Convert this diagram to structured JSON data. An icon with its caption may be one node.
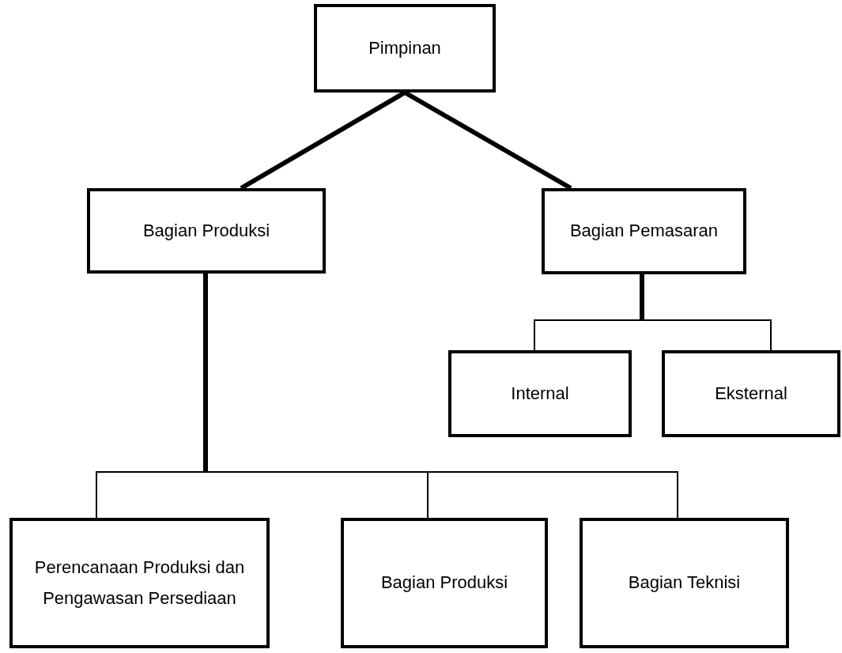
{
  "diagram": {
    "nodes": [
      {
        "text": [
          "Pimpinan"
        ]
      },
      {
        "text": [
          "Bagian Produksi"
        ]
      },
      {
        "text": [
          "Bagian Pemasaran"
        ]
      },
      {
        "text": [
          "Internal"
        ]
      },
      {
        "text": [
          "Eksternal"
        ]
      },
      {
        "text": [
          "Perencanaan Produksi dan Pengawasan Persediaan"
        ]
      },
      {
        "text": [
          "Bagian Produksi"
        ]
      },
      {
        "text": [
          "Bagian Teknisi"
        ]
      }
    ],
    "edges": [
      {
        "from": 0,
        "to": 1,
        "arrow": "none",
        "style": "thick"
      },
      {
        "from": 0,
        "to": 2,
        "arrow": "none",
        "style": "thick"
      },
      {
        "from": 2,
        "to": 3,
        "arrow": "none"
      },
      {
        "from": 2,
        "to": 4,
        "arrow": "none"
      },
      {
        "from": 1,
        "to": 5,
        "arrow": "none"
      },
      {
        "from": 1,
        "to": 6,
        "arrow": "none"
      },
      {
        "from": 1,
        "to": 7,
        "arrow": "none"
      }
    ]
  }
}
